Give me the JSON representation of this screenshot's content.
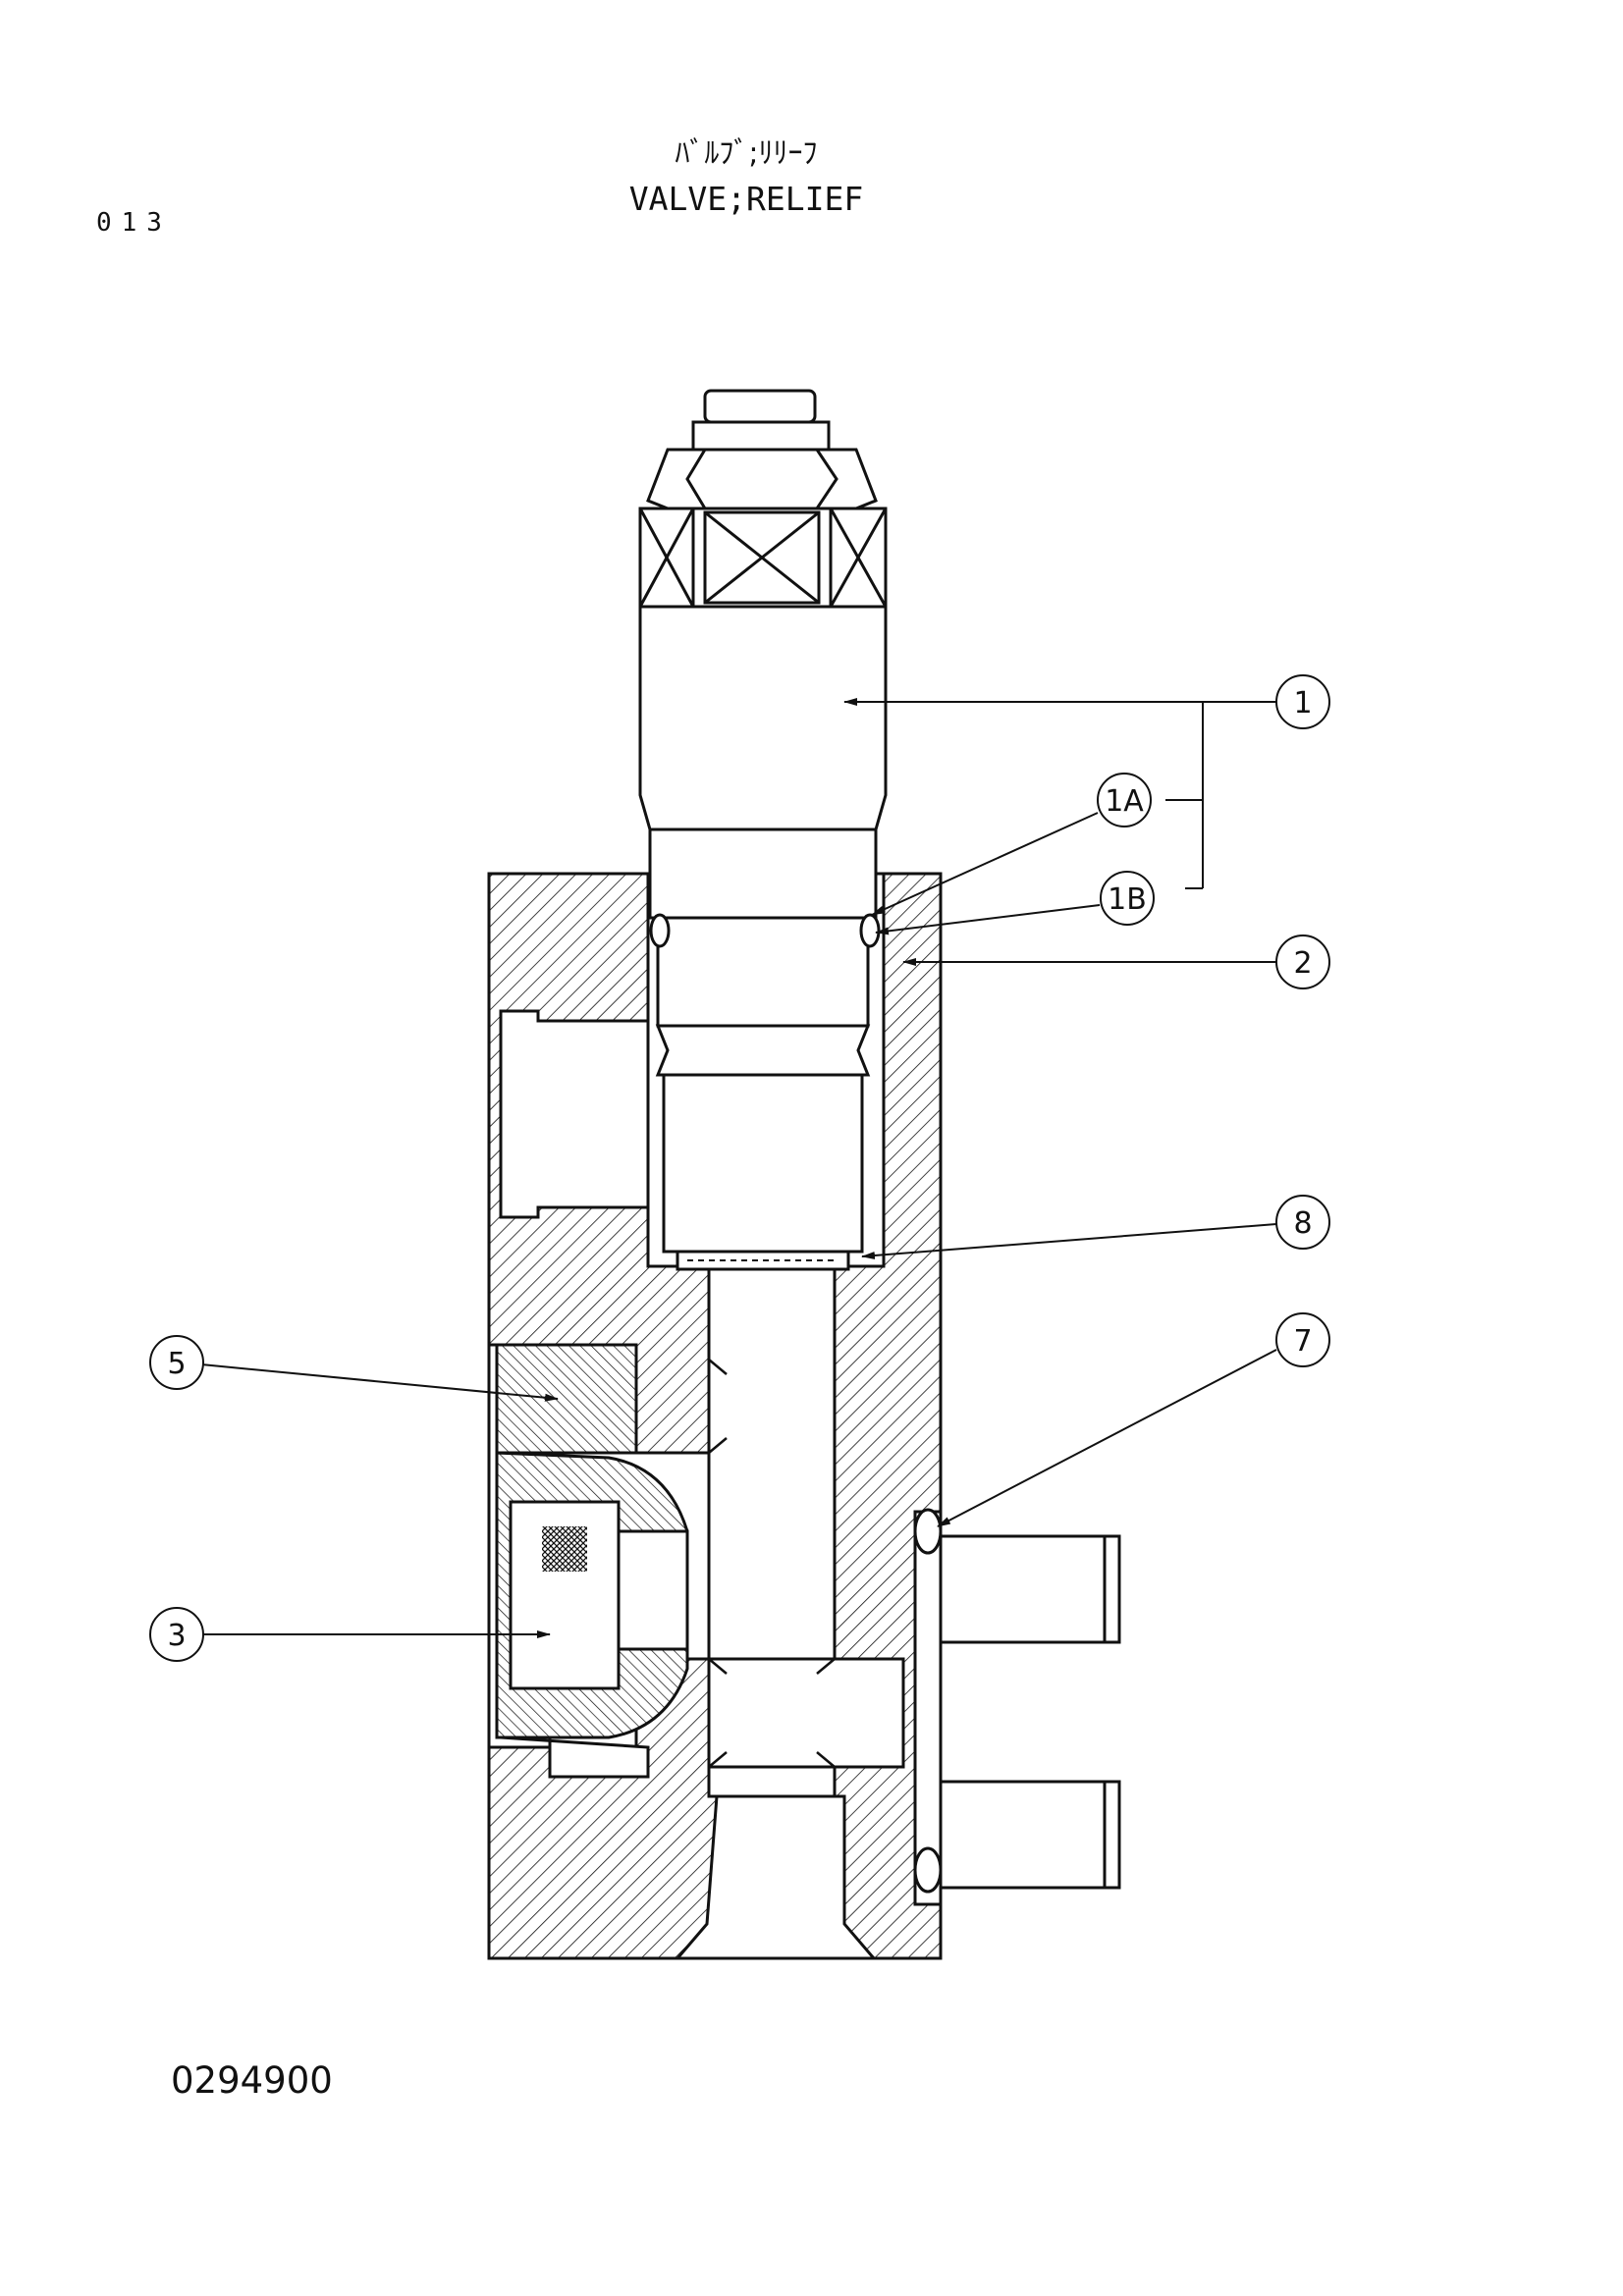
{
  "header": {
    "page_number": "013",
    "title_jp": "ﾊﾞﾙﾌﾞ;ﾘﾘｰﾌ",
    "title_en": "VALVE;RELIEF"
  },
  "footer": {
    "drawing_number": "0294900"
  },
  "callouts": {
    "c1": "1",
    "c1a": "1A",
    "c1b": "1B",
    "c2": "2",
    "c8": "8",
    "c5": "5",
    "c7": "7",
    "c3": "3"
  },
  "colors": {
    "line": "#111111",
    "background": "#ffffff"
  }
}
